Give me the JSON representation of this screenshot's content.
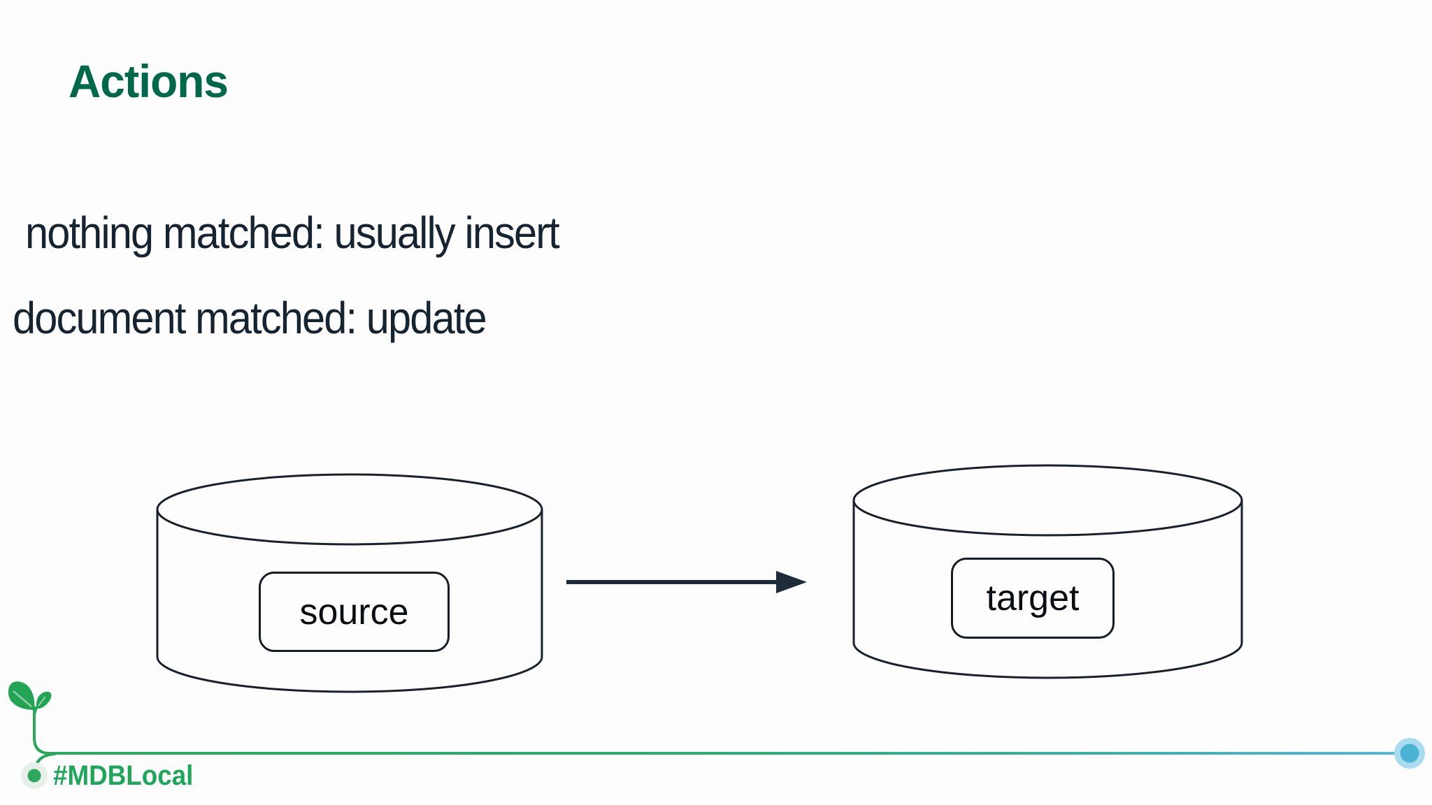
{
  "slide": {
    "title": "Actions",
    "bullets": [
      "nothing matched: usually insert",
      "document matched: update"
    ],
    "diagram": {
      "source_label": "source",
      "target_label": "target",
      "arrow_direction": "source-to-target"
    },
    "footer": {
      "hashtag": "#MDBLocal"
    },
    "colors": {
      "title_green": "#00684A",
      "body_text": "#152430",
      "hashtag_green": "#1FA65B",
      "sprout_green": "#23A455",
      "rule_green": "#2BA85C",
      "rule_blue": "#55B8D9",
      "endpoint_blue": "#4CB3D5",
      "endpoint_halo": "#A9DCEE",
      "arrow_dark": "#1D2B3A",
      "shape_stroke": "#1A202B"
    }
  }
}
